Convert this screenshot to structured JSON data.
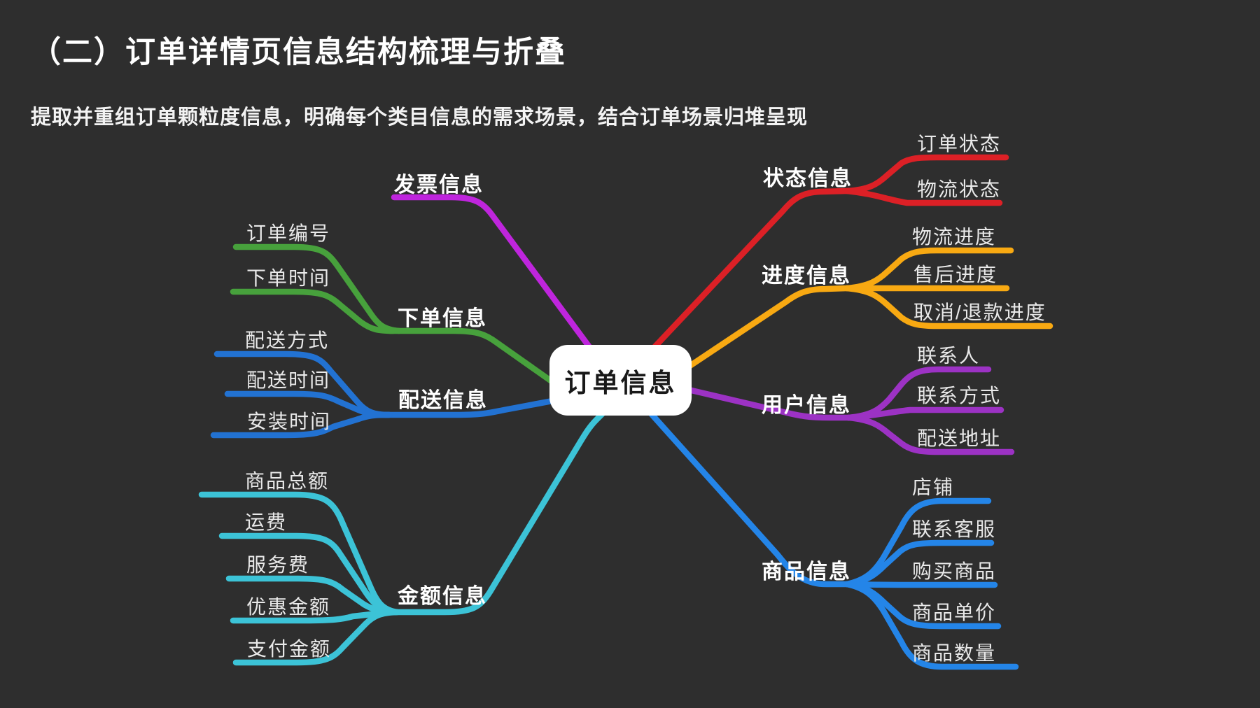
{
  "page": {
    "title": "（二）订单详情页信息结构梳理与折叠",
    "subtitle": "提取并重组订单颗粒度信息，明确每个类目信息的需求场景，结合订单场景归堆呈现"
  },
  "colors": {
    "background": "#2e2e2e",
    "root_background": "#ffffff",
    "root_text": "#191919",
    "branch_label_text": "#ffffff",
    "leaf_label_text": "#e9e9e9"
  },
  "mindmap": {
    "root": {
      "label": "订单信息"
    },
    "branches": [
      {
        "id": "invoice",
        "label": "发票信息",
        "color": "#bf25dd",
        "side": "left",
        "children": []
      },
      {
        "id": "order-placement",
        "label": "下单信息",
        "color": "#47a13c",
        "side": "left",
        "children": [
          {
            "label": "订单编号"
          },
          {
            "label": "下单时间"
          }
        ]
      },
      {
        "id": "delivery",
        "label": "配送信息",
        "color": "#2272d2",
        "side": "left",
        "children": [
          {
            "label": "配送方式"
          },
          {
            "label": "配送时间"
          },
          {
            "label": "安装时间"
          }
        ]
      },
      {
        "id": "amount",
        "label": "金额信息",
        "color": "#3cc3d7",
        "side": "left",
        "children": [
          {
            "label": "商品总额"
          },
          {
            "label": "运费"
          },
          {
            "label": "服务费"
          },
          {
            "label": "优惠金额"
          },
          {
            "label": "支付金额"
          }
        ]
      },
      {
        "id": "status",
        "label": "状态信息",
        "color": "#dc2026",
        "side": "right",
        "children": [
          {
            "label": "订单状态"
          },
          {
            "label": "物流状态"
          }
        ]
      },
      {
        "id": "progress",
        "label": "进度信息",
        "color": "#f8a912",
        "side": "right",
        "children": [
          {
            "label": "物流进度"
          },
          {
            "label": "售后进度"
          },
          {
            "label": "取消/退款进度"
          }
        ]
      },
      {
        "id": "user",
        "label": "用户信息",
        "color": "#9c32c4",
        "side": "right",
        "children": [
          {
            "label": "联系人"
          },
          {
            "label": "联系方式"
          },
          {
            "label": "配送地址"
          }
        ]
      },
      {
        "id": "product",
        "label": "商品信息",
        "color": "#2485e8",
        "side": "right",
        "children": [
          {
            "label": "店铺"
          },
          {
            "label": "联系客服"
          },
          {
            "label": "购买商品"
          },
          {
            "label": "商品单价"
          },
          {
            "label": "商品数量"
          }
        ]
      }
    ]
  }
}
